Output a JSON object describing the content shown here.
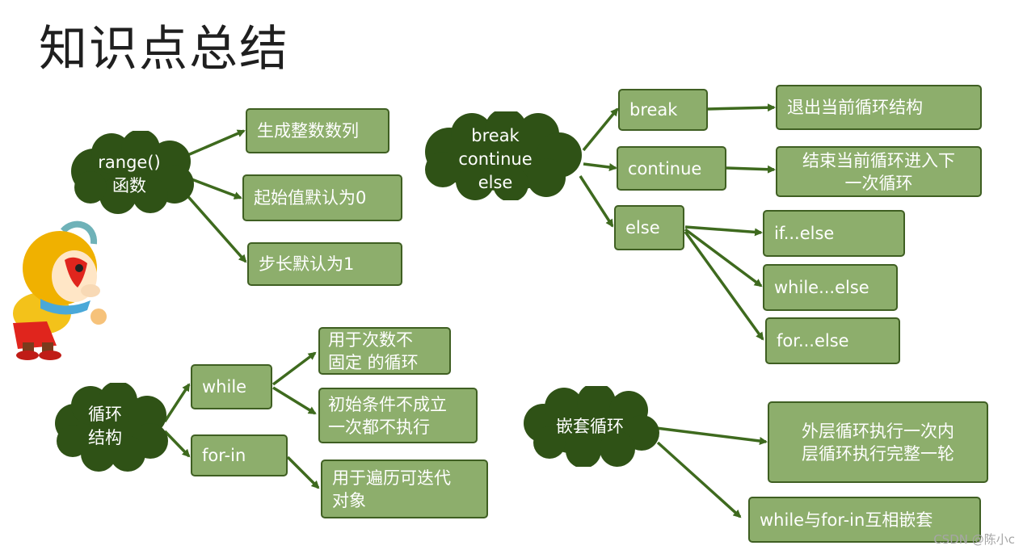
{
  "title": "知识点总结",
  "colors": {
    "cloud_fill": "#2f5216",
    "box_fill": "#8dae6c",
    "box_border": "#3f5f22",
    "arrow": "#3e6a1e"
  },
  "range": {
    "label_line1": "range()",
    "label_line2": "函数",
    "items": [
      "生成整数数列",
      "起始值默认为0",
      "步长默认为1"
    ]
  },
  "break_group": {
    "label_line1": "break",
    "label_line2": "continue",
    "label_line3": "else",
    "break_label": "break",
    "break_desc": "退出当前循环结构",
    "continue_label": "continue",
    "continue_desc_line1": "结束当前循环进入下",
    "continue_desc_line2": "一次循环",
    "else_label": "else",
    "else_items": [
      "if...else",
      "while...else",
      "for...else"
    ]
  },
  "loop": {
    "label_line1": "循环",
    "label_line2": "结构",
    "while_label": "while",
    "while_desc1_line1": "用于次数不",
    "while_desc1_line2": "固定 的循环",
    "while_desc2_line1": "初始条件不成立",
    "while_desc2_line2": "一次都不执行",
    "forin_label": "for-in",
    "forin_desc_line1": "用于遍历可迭代",
    "forin_desc_line2": "对象"
  },
  "nested": {
    "label": "嵌套循环",
    "desc1_line1": "外层循环执行一次内",
    "desc1_line2": "层循环执行完整一轮",
    "desc2": "while与for-in互相嵌套"
  },
  "watermark": "CSDN @陈小c",
  "mascot_icon": "monkey-king-mascot-icon"
}
